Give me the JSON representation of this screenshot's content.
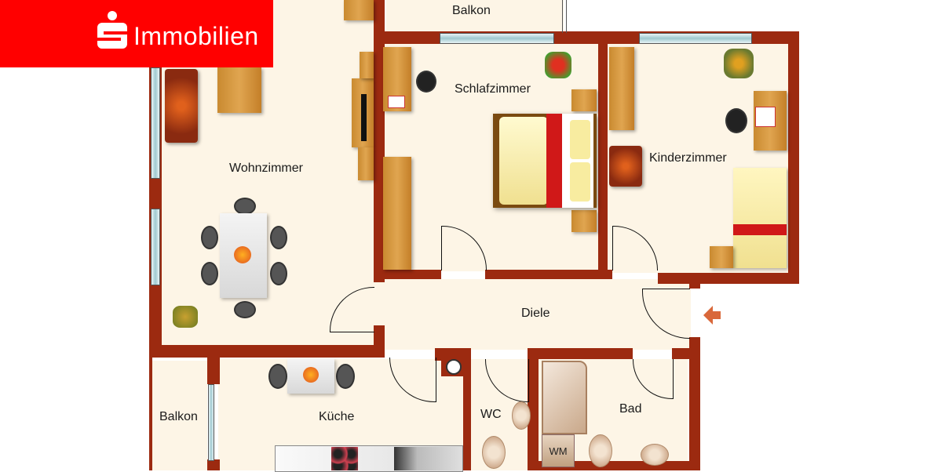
{
  "brand": {
    "name": "Immobilien",
    "logo_icon": "sparkasse-s-icon",
    "color": "#ff0000"
  },
  "floorplan": {
    "wall_color": "#9c2a10",
    "floor_color": "#fdf5e6",
    "rooms": [
      {
        "id": "balkon-top",
        "label": "Balkon"
      },
      {
        "id": "schlafzimmer",
        "label": "Schlafzimmer"
      },
      {
        "id": "wohnzimmer",
        "label": "Wohnzimmer"
      },
      {
        "id": "kinderzimmer",
        "label": "Kinderzimmer"
      },
      {
        "id": "diele",
        "label": "Diele"
      },
      {
        "id": "balkon-left",
        "label": "Balkon"
      },
      {
        "id": "kueche",
        "label": "Küche"
      },
      {
        "id": "wc",
        "label": "WC"
      },
      {
        "id": "bad",
        "label": "Bad"
      }
    ],
    "fixtures": {
      "washing_machine": "WM"
    },
    "entrance_icon": "entrance-arrow-icon"
  }
}
